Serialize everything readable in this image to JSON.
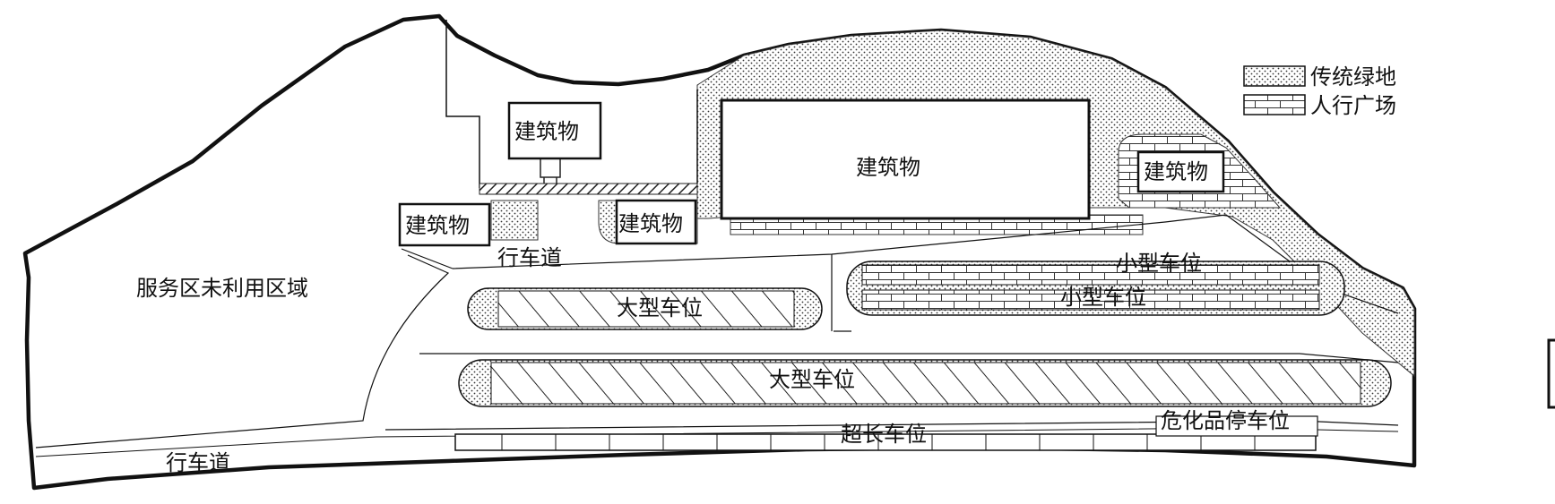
{
  "legend": {
    "items": [
      {
        "id": "green",
        "label": "传统绿地"
      },
      {
        "id": "plaza",
        "label": "人行广场"
      }
    ]
  },
  "labels": {
    "unused_area": "服务区未利用区域",
    "roadway": "行车道",
    "building": "建筑物",
    "large_parking": "大型车位",
    "small_parking": "小型车位",
    "extra_long_parking": "超长车位",
    "hazmat_parking": "危化品停车位"
  }
}
